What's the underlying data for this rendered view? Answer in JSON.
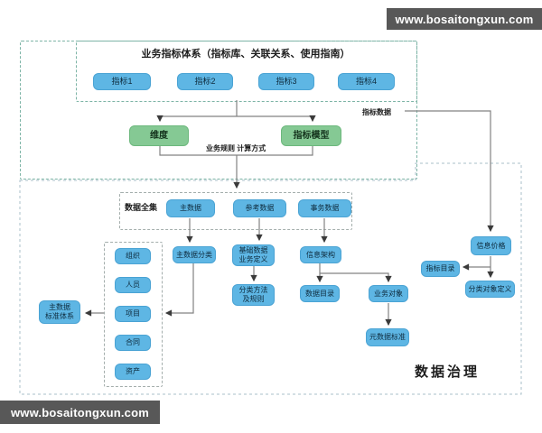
{
  "watermark": {
    "url_text": "www.bosaitongxun.com"
  },
  "top_section": {
    "title": "业务指标体系（指标库、关联关系、使用指南）",
    "indicators": [
      "指标1",
      "指标2",
      "指标3",
      "指标4"
    ],
    "dimension_label": "维度",
    "indicator_model_label": "指标模型",
    "indicator_data_label": "指标数据",
    "business_rules_label": "业务规则 计算方式"
  },
  "governance_section": {
    "section_label": "数据治理",
    "data_universe_label": "数据全集",
    "data_types": [
      "主数据",
      "参考数据",
      "事务数据"
    ],
    "master_data": {
      "classification": "主数据分类",
      "items": [
        "组织",
        "人员",
        "项目",
        "合同",
        "资产"
      ],
      "standard_lines": [
        "主数据",
        "标准体系"
      ]
    },
    "reference_data": {
      "basic_definition_lines": [
        "基础数据",
        "业务定义"
      ],
      "classification_method_lines": [
        "分类方法",
        "及规则"
      ]
    },
    "transaction_data": {
      "info_architecture": "信息架构",
      "data_catalog": "数据目录",
      "business_object": "业务对象",
      "metadata_standard": "元数据标准"
    },
    "indicator_branch": {
      "info_value": "信息价格",
      "indicator_catalog": "指标目录",
      "classification_object_definition": "分类对象定义"
    }
  },
  "colors": {
    "node_blue": "#5eb6e4",
    "node_green": "#85c994",
    "dash_teal": "#7db4a6",
    "dash_blue": "#a8bfca",
    "watermark_bg": "#585858"
  }
}
